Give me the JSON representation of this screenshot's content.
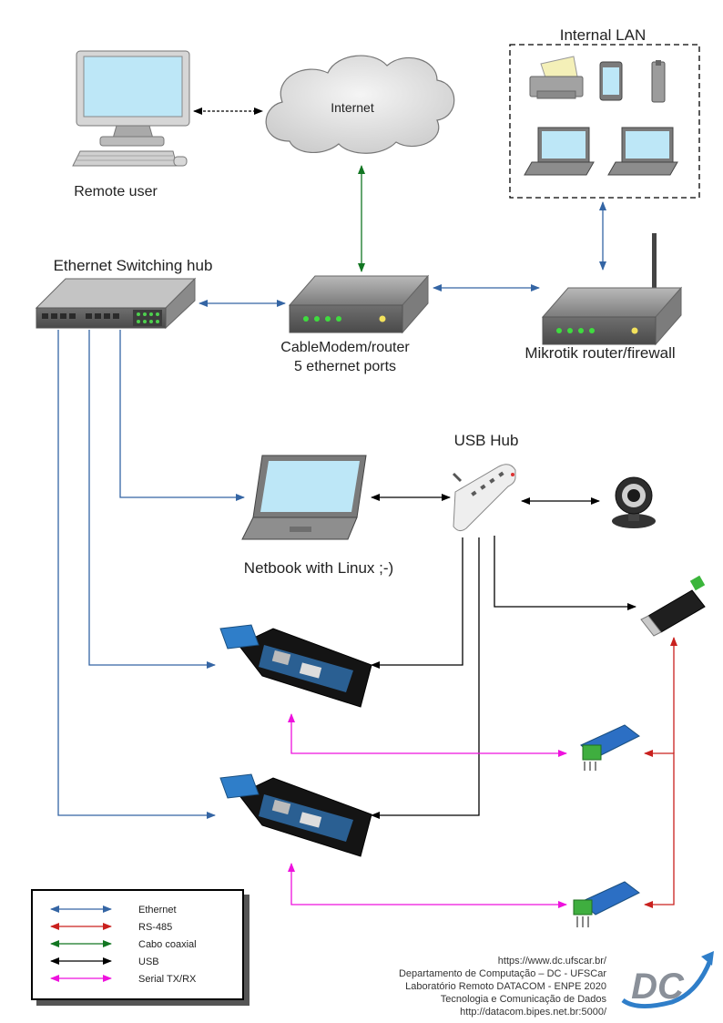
{
  "nodes": {
    "internet": "Internet",
    "remote_user": "Remote user",
    "internal_lan": "Internal LAN",
    "switch": "Ethernet Switching hub",
    "cablemodem_line1": "CableModem/router",
    "cablemodem_line2": "5 ethernet ports",
    "mikrotik": "Mikrotik router/firewall",
    "usb_hub": "USB Hub",
    "netbook": "Netbook with Linux ;-)"
  },
  "legend": [
    {
      "label": "Ethernet",
      "color": "#3465a4"
    },
    {
      "label": "RS-485",
      "color": "#c9211e"
    },
    {
      "label": "Cabo coaxial",
      "color": "#127622"
    },
    {
      "label": "USB",
      "color": "#000000"
    },
    {
      "label": "Serial TX/RX",
      "color": "#ee11dd"
    }
  ],
  "footer": {
    "line1": "https://www.dc.ufscar.br/",
    "line2": "Departamento de Computação – DC - UFSCar",
    "line3": "Laboratório Remoto DATACOM - ENPE 2020",
    "line4": "Tecnologia e Comunicação de Dados",
    "line5": "http://datacom.bipes.net.br:5000/",
    "logo": "DC"
  },
  "colors": {
    "ethernet": "#3465a4",
    "rs485": "#c9211e",
    "coax": "#127622",
    "usb": "#000000",
    "serial": "#ee11dd",
    "screen": "#bde7f7"
  }
}
